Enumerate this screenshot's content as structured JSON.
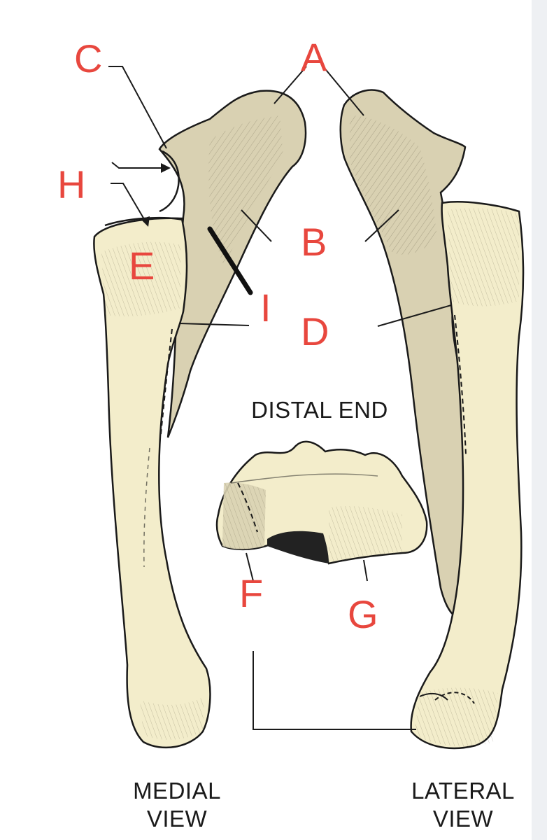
{
  "labels": {
    "A": "A",
    "B": "B",
    "C": "C",
    "D": "D",
    "E": "E",
    "F": "F",
    "G": "G",
    "H": "H",
    "I": "I"
  },
  "captions": {
    "distal_end": "DISTAL END",
    "medial_line1": "MEDIAL",
    "medial_line2": "VIEW",
    "lateral_line1": "LATERAL",
    "lateral_line2": "VIEW"
  },
  "colors": {
    "label": "#e8473e",
    "ulna_fill": "#d9d1b2",
    "radius_fill": "#f3edcb",
    "outline": "#1a1a1a",
    "background": "#ffffff"
  }
}
